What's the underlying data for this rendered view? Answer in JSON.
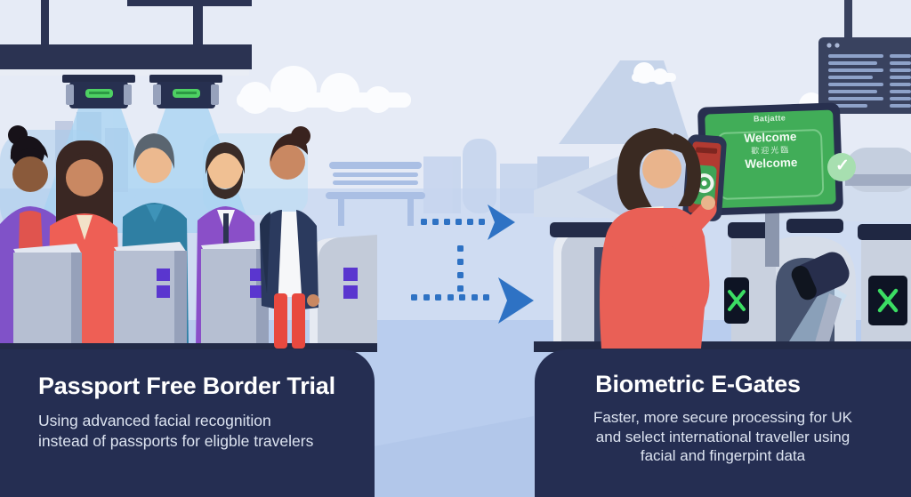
{
  "left_panel": {
    "title": "Passport Free Border Trial",
    "subtitle_line1": "Using advanced facial recognition",
    "subtitle_line2": "instead of passports for eligble travelers"
  },
  "right_panel": {
    "title": "Biometric E-Gates",
    "subtitle_line1": "Faster, more secure processing for UK",
    "subtitle_line2": "and select international traveller using",
    "subtitle_line3": "facial and fingerpint data"
  },
  "welcome_screen": {
    "header": "Batjatte",
    "line1": "Welcome",
    "line2": "歡迎光臨",
    "line3": "Welcome"
  },
  "icons": {
    "checkmark": "✓"
  },
  "colors": {
    "panel_navy": "#252e52",
    "screen_green": "#41ad58",
    "success_circle_green": "#a7dfb0",
    "led_green": "#4ed163",
    "gate_glyph_green": "#3bdd63",
    "arrow_blue": "#2e72c4",
    "gate_purple": "#5a36cf",
    "coat_red": "#e96056",
    "sky": "#e6ebf6",
    "floor_blue": "#b9cdee"
  }
}
